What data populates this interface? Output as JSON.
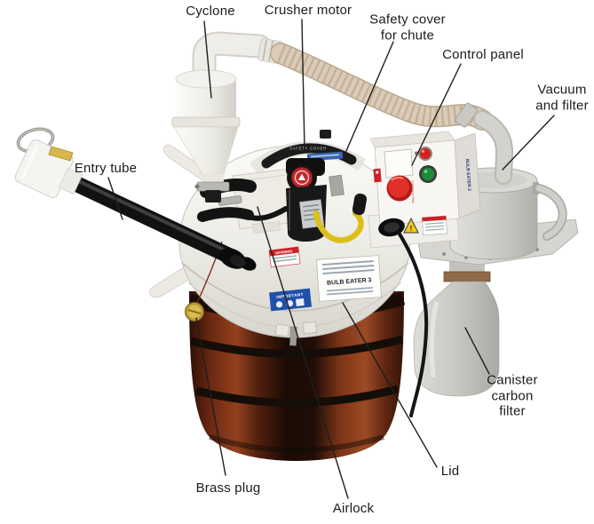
{
  "labels": {
    "cyclone": "Cyclone",
    "crusher_motor": "Crusher motor",
    "safety_cover_line1": "Safety cover",
    "safety_cover_line2": "for chute",
    "control_panel": "Control panel",
    "vacuum_line1": "Vacuum",
    "vacuum_line2": "and filter",
    "entry_tube": "Entry tube",
    "canister_line1": "Canister",
    "canister_line2": "carbon",
    "canister_line3": "filter",
    "lid": "Lid",
    "airlock": "Airlock",
    "brass_plug": "Brass plug"
  },
  "machine_text": {
    "lid_label": "BULB EATER 3",
    "lid_important": "IMPORTANT",
    "panel_brand": "BULB EATER 3",
    "safety_cover": "SAFETY COVER",
    "warning": "WARNING",
    "emergency_stop": "Emergency Stop"
  },
  "colors": {
    "background": "#ffffff",
    "label_text": "#1b1b19",
    "leader_line": "#1f1f1d",
    "drum_rust": "#8a3b1e",
    "drum_shadow": "#1d0c06",
    "lid_white": "#efeee8",
    "hose_tan": "#dccbb6",
    "vacuum_gray": "#c9c8c2",
    "motor_black": "#161616",
    "accent_red": "#cc2127",
    "accent_green": "#1e8a39",
    "cable_yellow": "#ddbf1c",
    "brass": "#d9bc55",
    "important_blue": "#2050a8"
  }
}
